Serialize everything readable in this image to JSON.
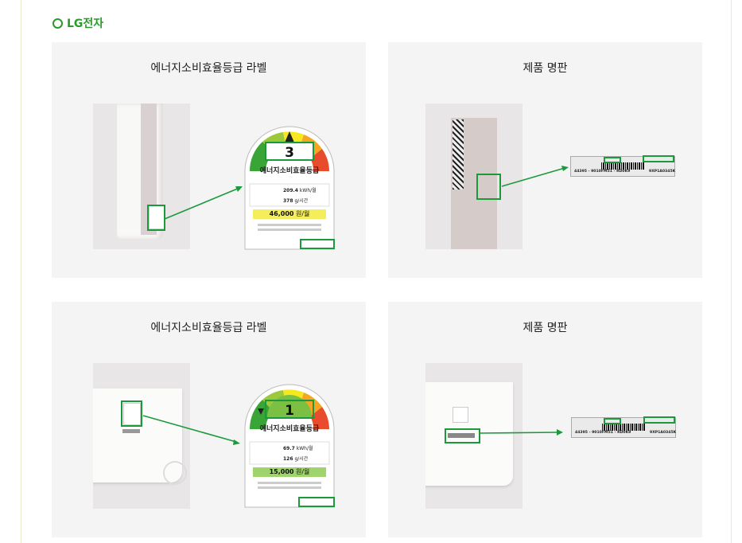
{
  "section": {
    "title": "LG전자"
  },
  "cards": [
    {
      "title": "에너지소비효율등급 라벨",
      "grade": "3",
      "label_heading": "에너지소비효율등급",
      "power": "209.4",
      "power_unit": "kWh/월",
      "co2": "378",
      "co2_unit": "g/시간",
      "cost": "46,000",
      "cost_unit": "원/월"
    },
    {
      "title": "제품 명판",
      "plate_number": "44395 - 9010FM51 - RD0K9",
      "plate_code": "9XP1A0345K"
    },
    {
      "title": "에너지소비효율등급 라벨",
      "grade": "1",
      "label_heading": "에너지소비효율등급",
      "power": "69.7",
      "power_unit": "kWh/월",
      "co2": "126",
      "co2_unit": "g/시간",
      "cost": "15,000",
      "cost_unit": "원/월"
    },
    {
      "title": "제품 명판",
      "plate_number": "44395 - 9010FM51 - RD0K9",
      "plate_code": "9XP1A0345K"
    }
  ],
  "colors": {
    "accent": "#1b9a3c",
    "title_green": "#2a9b2a"
  }
}
